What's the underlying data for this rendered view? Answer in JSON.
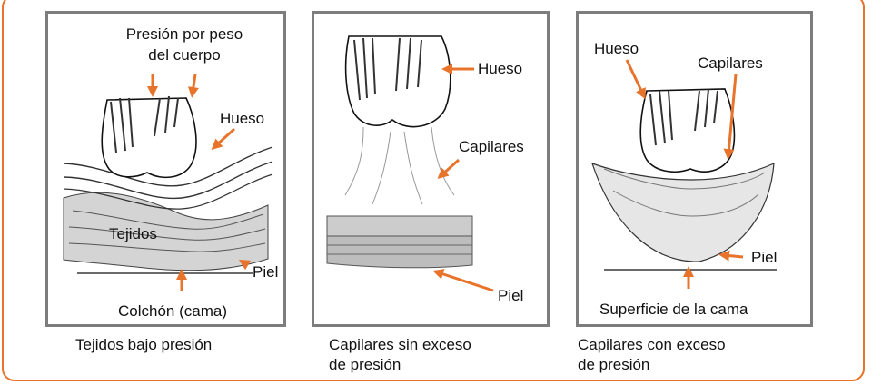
{
  "panels": [
    {
      "caption": "Tejidos bajo presión",
      "labels": {
        "pressure": "Presión por peso\ndel cuerpo",
        "bone": "Hueso",
        "tissues": "Tejidos",
        "skin": "Piel",
        "mattress": "Colchón (cama)"
      }
    },
    {
      "caption": "Capilares sin exceso\nde presión",
      "labels": {
        "bone": "Hueso",
        "capillaries": "Capilares",
        "skin": "Piel"
      }
    },
    {
      "caption": "Capilares con exceso\nde presión",
      "labels": {
        "bone": "Hueso",
        "capillaries": "Capilares",
        "skin": "Piel",
        "surface": "Superficie de la cama"
      }
    }
  ],
  "colors": {
    "accent": "#e8742c",
    "panel_border": "#7d7d7d",
    "tissue": "#d4d4d4"
  }
}
